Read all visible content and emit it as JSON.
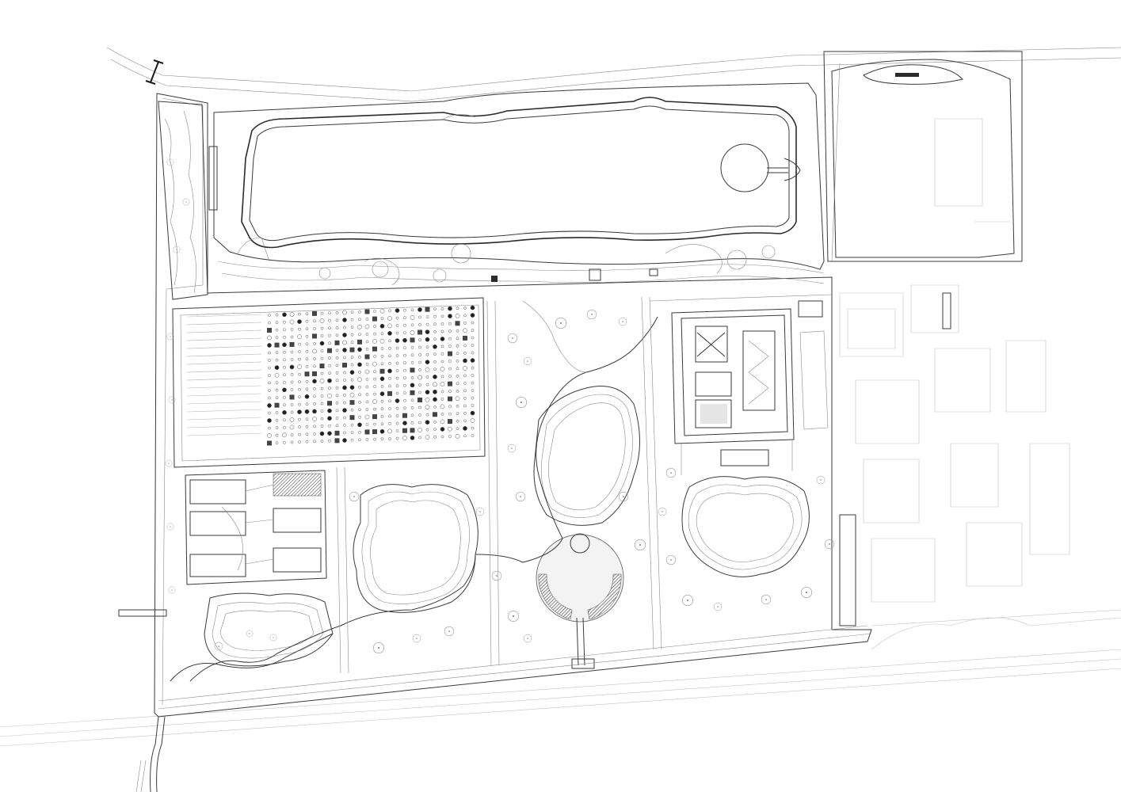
{
  "drawing": {
    "type": "landscape-master-plan",
    "line_color": "#3a3a3a",
    "background_color": "#ffffff",
    "zones": [
      {
        "id": "north-lake",
        "kind": "water"
      },
      {
        "id": "north-east-parcel",
        "kind": "building-plot"
      },
      {
        "id": "west-green-strip",
        "kind": "planting"
      },
      {
        "id": "nursery-grid",
        "kind": "planting-grid"
      },
      {
        "id": "rectangular-pools",
        "kind": "water"
      },
      {
        "id": "south-west-pond",
        "kind": "water"
      },
      {
        "id": "central-west-pond",
        "kind": "water"
      },
      {
        "id": "central-pond",
        "kind": "water"
      },
      {
        "id": "amphitheatre-plaza",
        "kind": "plaza"
      },
      {
        "id": "museum-building",
        "kind": "building"
      },
      {
        "id": "east-pond",
        "kind": "water"
      },
      {
        "id": "east-urban-blocks",
        "kind": "building-plot"
      },
      {
        "id": "south-canal",
        "kind": "water"
      }
    ],
    "icons": {
      "north_arrow": "bridge-marker-icon",
      "trees": "tree-symbol-icon"
    }
  }
}
